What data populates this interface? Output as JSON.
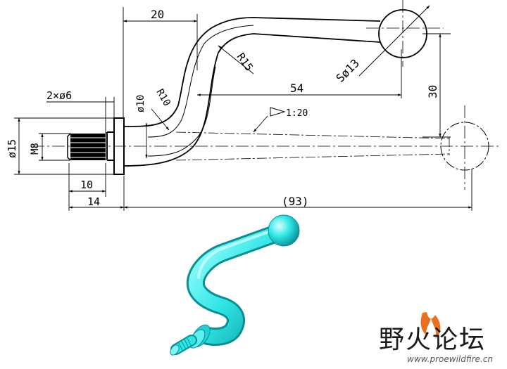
{
  "drawing": {
    "dimensions": {
      "top_width": "20",
      "slot_holes": "2×ø6",
      "shank_dia": "ø10",
      "bend_radius_small": "R10",
      "bend_radius_large": "R15",
      "horizontal_length": "54",
      "ball_dia": "Sø13",
      "vertical_offset": "30",
      "taper": "1:20",
      "flange_dia": "ø15",
      "thread": "M8",
      "thread_length": "10",
      "head_length": "14",
      "overall_length": "(93)"
    }
  },
  "render": {
    "part_color": "#2ee6e6"
  },
  "watermark": {
    "chinese": "野火论坛",
    "url": "www.proewildfire.cn"
  }
}
